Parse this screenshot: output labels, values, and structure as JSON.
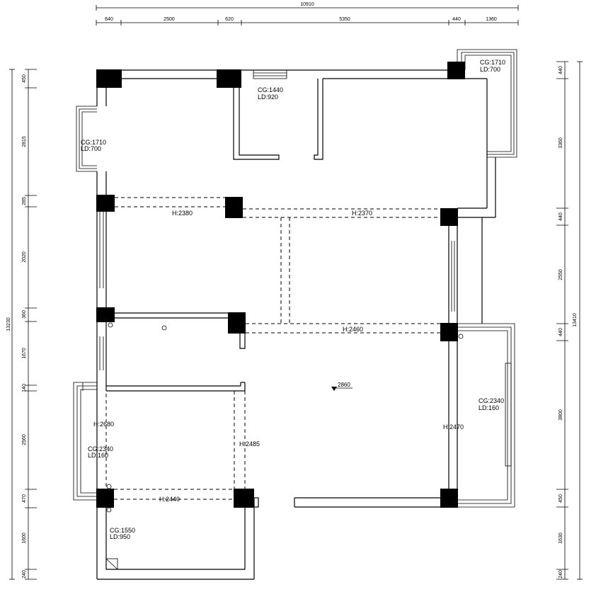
{
  "dimensions": {
    "top_total": "10910",
    "top_segments": [
      "640",
      "2500",
      "620",
      "5350",
      "440",
      "1360"
    ],
    "left_total": "13230",
    "left_segments": [
      "450",
      "2815",
      "285",
      "2020",
      "360",
      "1670",
      "140",
      "2560",
      "470",
      "1600",
      "240"
    ],
    "right_total": "13410",
    "right_segments": [
      "440",
      "3360",
      "440",
      "2550",
      "440",
      "3800",
      "450",
      "1630",
      "240"
    ]
  },
  "labels": {
    "window_top_right": [
      "CG:1710",
      "LD:700"
    ],
    "window_top_mid": [
      "CG:1440",
      "LD:920"
    ],
    "window_left_top": [
      "CG:1710",
      "LD:700"
    ],
    "window_right_mid": [
      "CG:2340",
      "LD:160"
    ],
    "window_left_lower": [
      "CG:2340",
      "LD:160"
    ],
    "window_bottom": [
      "CG:1550",
      "LD:950"
    ],
    "beam_h2380": "H:2380",
    "beam_h2370": "H:2370",
    "beam_h2460": "H:2460",
    "beam_h2680": "H:2680",
    "beam_h2485": "H:2485",
    "beam_h2470": "H:2470",
    "beam_h2440": "H:2440",
    "ceiling_height": "2860"
  }
}
